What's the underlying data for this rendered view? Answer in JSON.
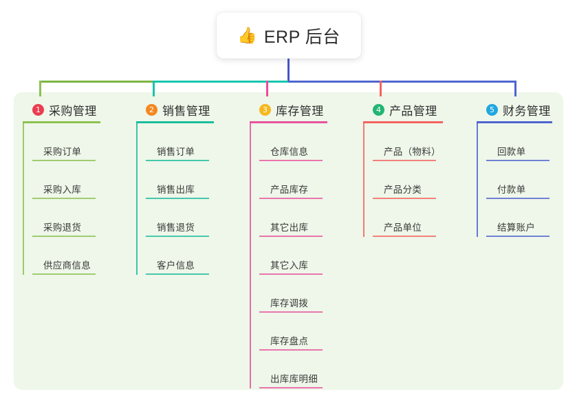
{
  "root": {
    "icon": "thumbs-up-icon",
    "icon_glyph": "👍",
    "title": "ERP 后台"
  },
  "panel": {
    "background_color": "#eef7e9"
  },
  "connectors": {
    "stem_color": "#4457c4",
    "bus_left_color": "#7cb342",
    "bus_mid_color": "#17c4ad",
    "bus_right_color": "#4f63cf"
  },
  "columns": [
    {
      "number": "1",
      "title": "采购管理",
      "badge_color": "#ea3d50",
      "line_color": "#8cc152",
      "drop_color": "#8cc152",
      "items": [
        {
          "label": "采购订单"
        },
        {
          "label": "采购入库"
        },
        {
          "label": "采购退货"
        },
        {
          "label": "供应商信息"
        }
      ]
    },
    {
      "number": "2",
      "title": "销售管理",
      "badge_color": "#f5871f",
      "line_color": "#1abc9c",
      "drop_color": "#17c4ad",
      "items": [
        {
          "label": "销售订单"
        },
        {
          "label": "销售出库"
        },
        {
          "label": "销售退货"
        },
        {
          "label": "客户信息"
        }
      ]
    },
    {
      "number": "3",
      "title": "库存管理",
      "badge_color": "#f5b81f",
      "line_color": "#e8539e",
      "drop_color": "#ee4a9b",
      "items": [
        {
          "label": "仓库信息"
        },
        {
          "label": "产品库存"
        },
        {
          "label": "其它出库"
        },
        {
          "label": "其它入库"
        },
        {
          "label": "库存调拨"
        },
        {
          "label": "库存盘点"
        },
        {
          "label": "出库库明细"
        }
      ]
    },
    {
      "number": "4",
      "title": "产品管理",
      "badge_color": "#22b573",
      "line_color": "#f4625f",
      "drop_color": "#f4625f",
      "items": [
        {
          "label": "产品（物料）"
        },
        {
          "label": "产品分类"
        },
        {
          "label": "产品单位"
        }
      ]
    },
    {
      "number": "5",
      "title": "财务管理",
      "badge_color": "#21a7e0",
      "line_color": "#4f63cf",
      "drop_color": "#4f63cf",
      "items": [
        {
          "label": "回款单"
        },
        {
          "label": "付款单"
        },
        {
          "label": "结算账户"
        }
      ]
    }
  ]
}
